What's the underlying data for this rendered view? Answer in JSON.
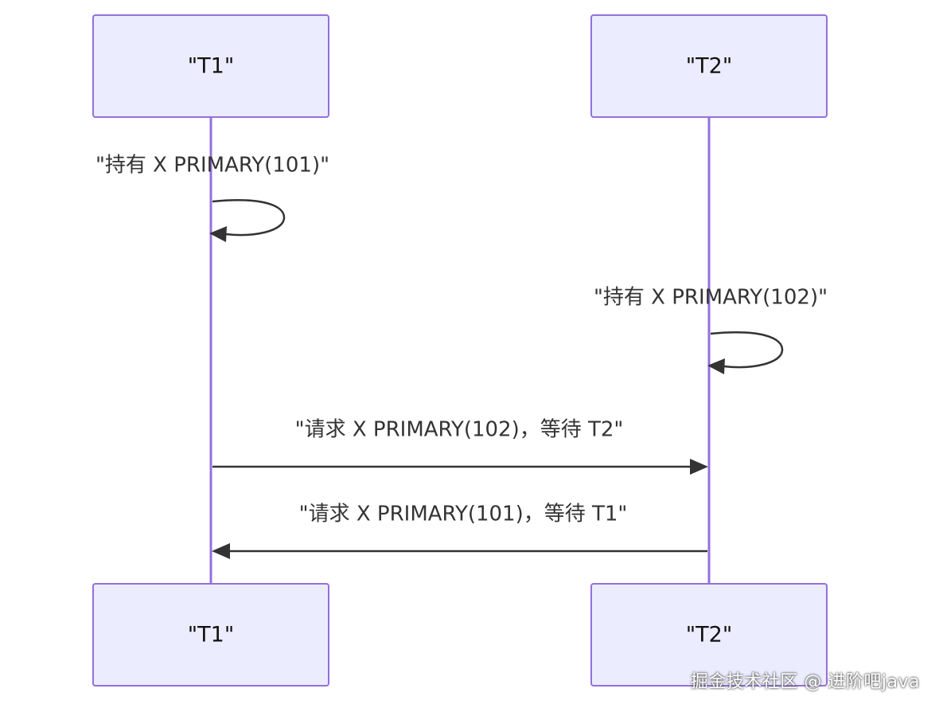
{
  "participants": [
    {
      "id": "T1",
      "label": "\"T1\""
    },
    {
      "id": "T2",
      "label": "\"T2\""
    }
  ],
  "messages": [
    {
      "from": "T1",
      "to": "T1",
      "label": "\"持有 X PRIMARY(101)\""
    },
    {
      "from": "T2",
      "to": "T2",
      "label": "\"持有 X PRIMARY(102)\""
    },
    {
      "from": "T1",
      "to": "T2",
      "label": "\"请求 X PRIMARY(102)，等待 T2\""
    },
    {
      "from": "T2",
      "to": "T1",
      "label": "\"请求 X PRIMARY(101)，等待 T1\""
    }
  ],
  "colors": {
    "actor_fill": "#ECECFF",
    "actor_stroke": "#9370DB",
    "lifeline": "#9370DB",
    "message": "#333333"
  },
  "watermark": "掘金技术社区 @ 进阶吧java"
}
